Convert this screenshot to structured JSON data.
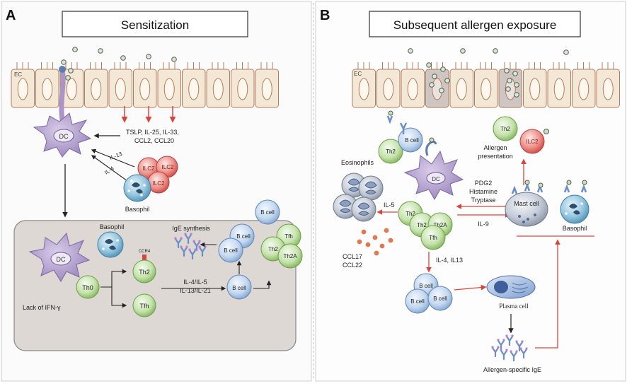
{
  "panelA": {
    "letter": "A",
    "title": "Sensitization",
    "labels": {
      "ec": "EC",
      "dc": "DC",
      "dc_inner": "DC",
      "cytokines_line1": "TSLP,  IL-25,  IL-33,",
      "cytokines_line2": "CCL2, CCL20",
      "il13": "IL-13",
      "il4": "IL-4",
      "ilc2_a": "ILC2",
      "ilc2_b": "ILC2",
      "ilc2_c": "ILC2",
      "basophil": "Basophil",
      "basophil_inner": "Basophil",
      "ige_synthesis": "IgE synthesis",
      "ccr4": "CCR4",
      "th0": "Th0",
      "th2": "Th2",
      "tfh": "Tfh",
      "lack_ifn": "Lack of IFN-γ",
      "il_line1": "IL-4/IL-5",
      "il_line2": "IL-13/IL-21",
      "bcell_1": "B cell",
      "bcell_2": "B cell",
      "bcell_3": "B cell",
      "bcell_4": "B cell",
      "th2_r": "Th2",
      "tfh_r": "Tfh",
      "th2a_r": "Th2A"
    }
  },
  "panelB": {
    "letter": "B",
    "title": "Subsequent  allergen exposure",
    "labels": {
      "ec": "EC",
      "th2_top": "Th2",
      "bcell_top": "B cell",
      "dc": "DC",
      "eosinophils": "Eosinophils",
      "il5": "IL-5",
      "ccl17": "CCL17",
      "ccl22": "CCL22",
      "th2_a": "Th2",
      "th2_b": "Th2",
      "th2a": "Th2A",
      "tfh": "Tfh",
      "pdg2": "PDG2",
      "histamine": "Histamine",
      "tryptase": "Tryptase",
      "il9": "IL-9",
      "th2_ap": "Th2",
      "ilc2": "ILC2",
      "allergen_presentation_1": "Allergen",
      "allergen_presentation_2": "presentation",
      "mast_cell": "Mast cell",
      "basophil": "Basophil",
      "il4_il13": "IL-4, IL13",
      "bcell_1": "B cell",
      "bcell_2": "B cell",
      "bcell_3": "B cell",
      "plasma_cell": "Plasma cell",
      "allergen_ige": "Allergen-specific IgE"
    }
  },
  "colors": {
    "red_arrow": "#d8453c",
    "dc_purple": "#a995c6",
    "th2_green": "#a8cf8a",
    "bcell_blue": "#a9c5e5",
    "ilc2_red": "#e46a6a",
    "basophil_teal": "#7fb6d6",
    "ec_fill": "#f3e7d6",
    "ec_stroke": "#b67b5b"
  }
}
